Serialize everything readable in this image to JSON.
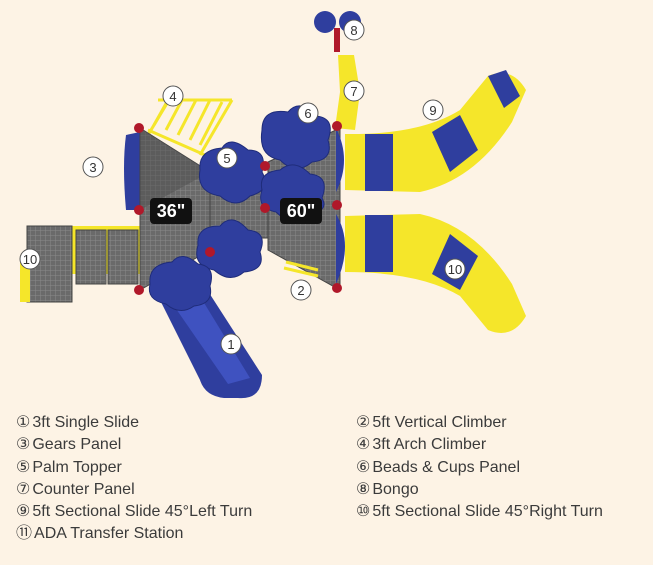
{
  "platform_sizes": [
    "36\"",
    "60\""
  ],
  "callouts": [
    "1",
    "2",
    "3",
    "4",
    "5",
    "6",
    "7",
    "8",
    "9",
    "10"
  ],
  "legend": [
    {
      "num": "①",
      "label": "3ft Single Slide"
    },
    {
      "num": "②",
      "label": "5ft Vertical Climber"
    },
    {
      "num": "③",
      "label": "Gears Panel"
    },
    {
      "num": "④",
      "label": "3ft Arch Climber"
    },
    {
      "num": "⑤",
      "label": "Palm Topper"
    },
    {
      "num": "⑥",
      "label": "Beads & Cups Panel"
    },
    {
      "num": "⑦",
      "label": "Counter Panel"
    },
    {
      "num": "⑧",
      "label": "Bongo"
    },
    {
      "num": "⑨",
      "label": "5ft Sectional Slide 45°Left Turn"
    },
    {
      "num": "⑩",
      "label": "5ft Sectional Slide 45°Right Turn"
    },
    {
      "num": "⑪",
      "label": "ADA Transfer Station"
    }
  ],
  "colors": {
    "background": "#fdf3e5",
    "blue": "#2f3e9e",
    "yellow": "#f5e62a",
    "deck": "#5a5a5a",
    "post_cap": "#b0182a"
  }
}
